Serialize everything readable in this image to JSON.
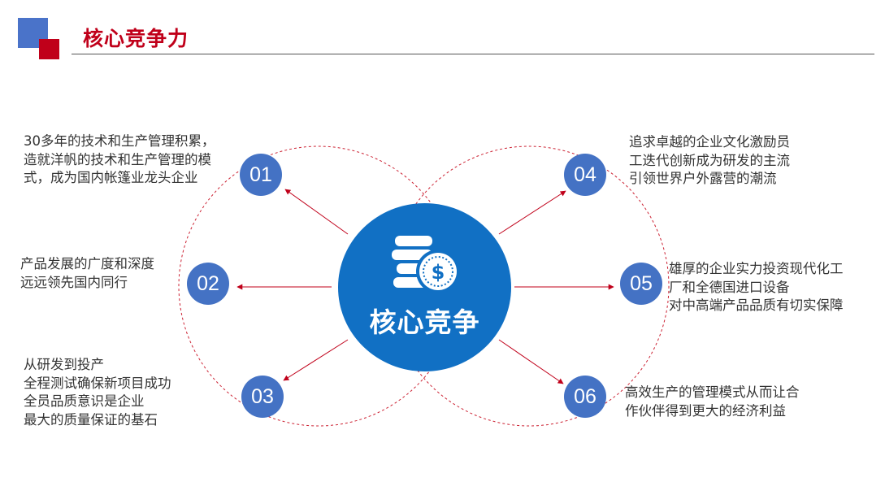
{
  "title": "核心竞争力",
  "center": {
    "label": "核心竞争",
    "icon": "coins-dollar-icon"
  },
  "colors": {
    "primary": "#1170c4",
    "node": "#4472c4",
    "accent": "#c0001a",
    "dashed": "#cc2233"
  },
  "items": [
    {
      "number": "01",
      "text": "30多年的技术和生产管理积累，\n造就洋帆的技术和生产管理的模\n式，成为国内帐篷业龙头企业"
    },
    {
      "number": "02",
      "text": "产品发展的广度和深度\n远远领先国内同行"
    },
    {
      "number": "03",
      "text": "从研发到投产\n全程测试确保新项目成功\n全员品质意识是企业\n最大的质量保证的基石"
    },
    {
      "number": "04",
      "text": "追求卓越的企业文化激励员\n工迭代创新成为研发的主流\n引领世界户外露营的潮流"
    },
    {
      "number": "05",
      "text": "雄厚的企业实力投资现代化工\n厂和全德国进口设备\n对中高端产品品质有切实保障"
    },
    {
      "number": "06",
      "text": "高效生产的管理模式从而让合\n作伙伴得到更大的经济利益"
    }
  ]
}
